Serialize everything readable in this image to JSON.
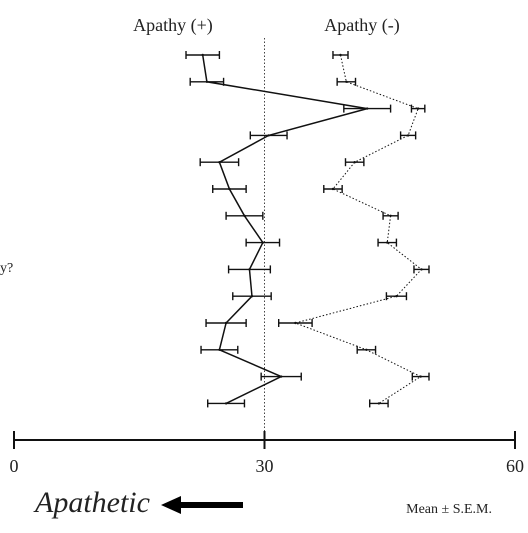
{
  "chart_data": {
    "type": "line",
    "legend_labels": [
      "Apathy (+)",
      "Apathy (-)"
    ],
    "truncated_left_label": "y?",
    "xlim": [
      0,
      60
    ],
    "x_ticks": [
      "0",
      "30",
      "60"
    ],
    "reference_line_x": 30,
    "direction_label": "Apathetic",
    "footnote": "Mean ± S.E.M.",
    "item_count": 14,
    "series": [
      {
        "name": "Apathy (+)",
        "line_style": "solid",
        "mean": [
          22.6,
          23.1,
          42.3,
          30.5,
          24.6,
          25.8,
          27.6,
          29.8,
          28.2,
          28.5,
          25.4,
          24.6,
          32.0,
          25.4
        ],
        "sem": [
          2.0,
          2.0,
          2.8,
          2.2,
          2.3,
          2.0,
          2.2,
          2.0,
          2.5,
          2.3,
          2.4,
          2.2,
          2.4,
          2.2
        ]
      },
      {
        "name": "Apathy (-)",
        "line_style": "dotted",
        "mean": [
          39.1,
          39.8,
          48.4,
          47.2,
          40.8,
          38.2,
          45.1,
          44.7,
          48.8,
          45.8,
          33.7,
          42.2,
          48.7,
          43.7
        ],
        "sem": [
          0.9,
          1.1,
          0.8,
          0.9,
          1.1,
          1.1,
          0.9,
          1.1,
          0.9,
          1.2,
          2.0,
          1.1,
          1.0,
          1.1
        ]
      }
    ]
  }
}
